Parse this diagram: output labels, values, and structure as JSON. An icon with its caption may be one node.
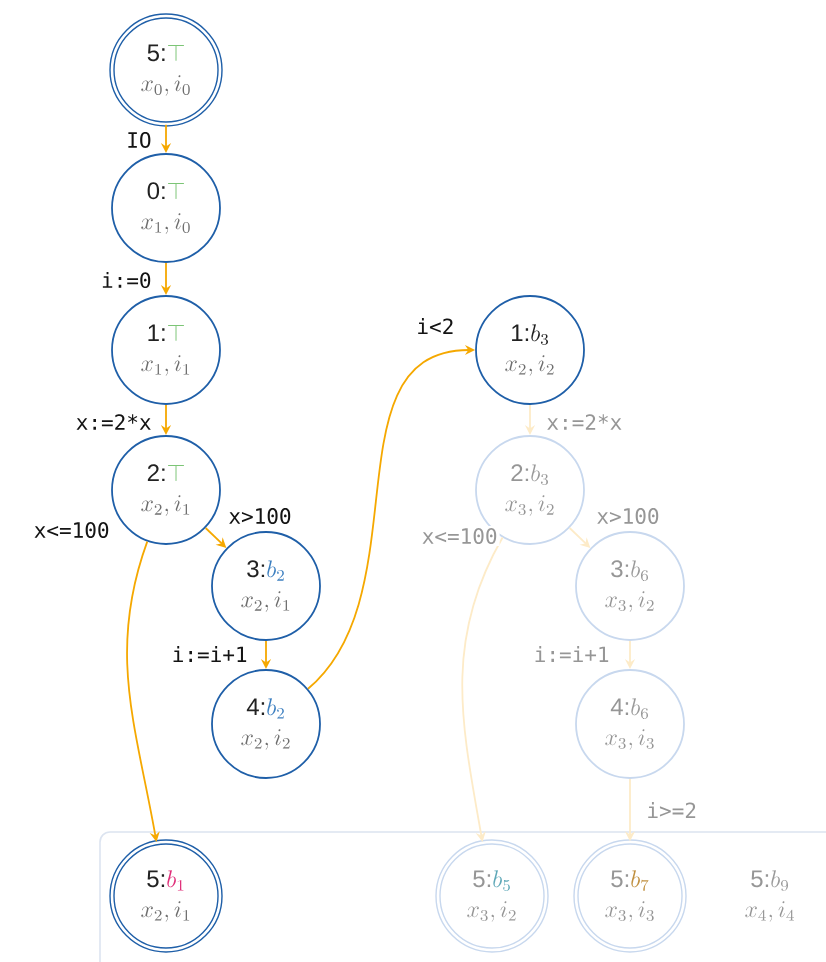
{
  "diagram": {
    "nodes": [
      {
        "text": [
          "5:",
          "\\top",
          "x_0, i_0"
        ]
      },
      {
        "text": [
          "0:",
          "\\top",
          "x_1, i_0"
        ]
      },
      {
        "text": [
          "1:",
          "\\top",
          "x_1, i_1"
        ]
      },
      {
        "text": [
          "2:",
          "\\top",
          "x_2, i_1"
        ]
      },
      {
        "text": [
          "3:",
          "b_2",
          "x_2, i_1"
        ]
      },
      {
        "text": [
          "4:",
          "b_2",
          "x_2, i_2"
        ]
      },
      {
        "text": [
          "5:",
          "b_1",
          "x_2, i_1"
        ]
      },
      {
        "text": [
          "1:",
          "b_3",
          "x_2, i_2"
        ]
      },
      {
        "text": [
          "2:",
          "b_3",
          "x_3, i_2"
        ]
      },
      {
        "text": [
          "3:",
          "b_6",
          "x_3, i_2"
        ]
      },
      {
        "text": [
          "4:",
          "b_6",
          "x_3, i_3"
        ]
      },
      {
        "text": [
          "5:",
          "b_5",
          "x_3, i_2"
        ]
      },
      {
        "text": [
          "5:",
          "b_7",
          "x_3, i_3"
        ]
      },
      {
        "text": [
          "5:",
          "b_9",
          "x_4, i_4"
        ]
      }
    ],
    "edges": [
      {
        "from": 0,
        "to": 1,
        "arrow": "to",
        "label": "IO"
      },
      {
        "from": 1,
        "to": 2,
        "arrow": "to",
        "label": "i:=0"
      },
      {
        "from": 2,
        "to": 3,
        "arrow": "to",
        "label": "x:=2*x"
      },
      {
        "from": 3,
        "to": 4,
        "arrow": "to",
        "label": "x>100"
      },
      {
        "from": 3,
        "to": 6,
        "arrow": "to",
        "label": "x<=100"
      },
      {
        "from": 4,
        "to": 5,
        "arrow": "to",
        "label": "i:=i+1"
      },
      {
        "from": 5,
        "to": 7,
        "arrow": "to",
        "label": "i<2"
      },
      {
        "from": 7,
        "to": 8,
        "arrow": "to",
        "label": "x:=2*x",
        "color": "#fdebc8"
      },
      {
        "from": 8,
        "to": 9,
        "arrow": "to",
        "label": "x>100",
        "color": "#fdebc8"
      },
      {
        "from": 8,
        "to": 11,
        "arrow": "to",
        "label": "x<=100",
        "color": "#fdebc8"
      },
      {
        "from": 9,
        "to": 10,
        "arrow": "to",
        "label": "i:=i+1",
        "color": "#fdebc8"
      },
      {
        "from": 10,
        "to": 12,
        "arrow": "to",
        "label": "i>=2",
        "color": "#fdebc8"
      }
    ]
  }
}
